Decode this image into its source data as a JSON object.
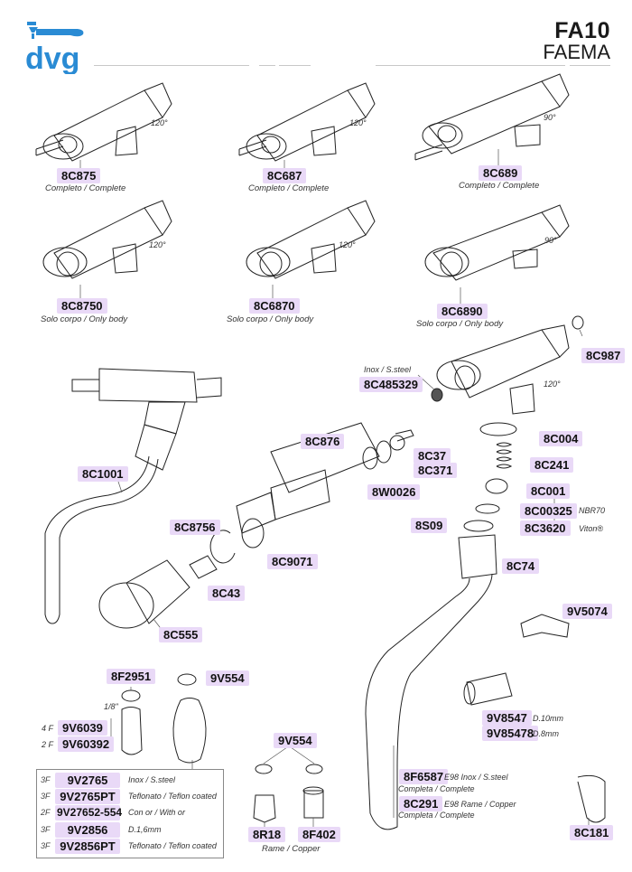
{
  "header": {
    "brand": "dvg",
    "model": "FA10",
    "manufacturer": "FAEMA",
    "brand_color": "#2a8bd4",
    "label_highlight_color": "#e9d9f7"
  },
  "taps": [
    {
      "code": "8C875",
      "caption": "Completo / Complete",
      "angle": "120°"
    },
    {
      "code": "8C687",
      "caption": "Completo / Complete",
      "angle": "120°"
    },
    {
      "code": "8C689",
      "caption": "Completo / Complete",
      "angle": "90°"
    },
    {
      "code": "8C8750",
      "caption": "Solo corpo / Only body",
      "angle": "120°"
    },
    {
      "code": "8C6870",
      "caption": "Solo corpo / Only body",
      "angle": "120°"
    },
    {
      "code": "8C6890",
      "caption": "Solo corpo / Only body",
      "angle": "90°"
    }
  ],
  "exploded": {
    "angle": "120°",
    "parts": {
      "p8C987": "8C987",
      "p8C485329": "8C485329",
      "p8C485329_note": "Inox / S.steel",
      "p8C876": "8C876",
      "p8C37": "8C37",
      "p8C371": "8C371",
      "p8W0026": "8W0026",
      "p8C004": "8C004",
      "p8C241": "8C241",
      "p8C001": "8C001",
      "p8C00325": "8C00325",
      "p8C00325_note": "NBR70",
      "p8C3620": "8C3620",
      "p8C3620_note": "Viton®",
      "p8S09": "8S09",
      "p8C74": "8C74",
      "p8C1001": "8C1001",
      "p8C8756": "8C8756",
      "p8C9071": "8C9071",
      "p8C43": "8C43",
      "p8C555": "8C555",
      "p9V5074": "9V5074",
      "p9V8547": "9V8547",
      "p9V8547_note": "D.10mm",
      "p9V85478": "9V85478",
      "p9V85478_note": "D.8mm",
      "p8F2951": "8F2951",
      "p9V554a": "9V554",
      "p9V554b": "9V554",
      "thread_note": "1/8\"",
      "p9V6039": "9V6039",
      "p9V6039_qty": "4 F",
      "p9V60392": "9V60392",
      "p9V60392_qty": "2 F",
      "p8R18": "8R18",
      "p8F402": "8F402",
      "copper_note": "Rame / Copper",
      "p8F6587": "8F6587",
      "p8F6587_note": "E98 Inox / S.steel",
      "p8F6587_sub": "Completa / Complete",
      "p8C291": "8C291",
      "p8C291_note": "E98 Rame / Copper",
      "p8C291_sub": "Completa / Complete",
      "p8C181": "8C181"
    }
  },
  "nozzle_table": [
    {
      "qty": "3F",
      "code": "9V2765",
      "desc": "Inox / S.steel"
    },
    {
      "qty": "3F",
      "code": "9V2765PT",
      "desc": "Teflonato / Teflon coated"
    },
    {
      "qty": "2F",
      "code": "9V27652-554",
      "desc": "Con or / With or"
    },
    {
      "qty": "3F",
      "code": "9V2856",
      "desc": "D.1,6mm"
    },
    {
      "qty": "3F",
      "code": "9V2856PT",
      "desc": "Teflonato / Teflon coated"
    }
  ]
}
